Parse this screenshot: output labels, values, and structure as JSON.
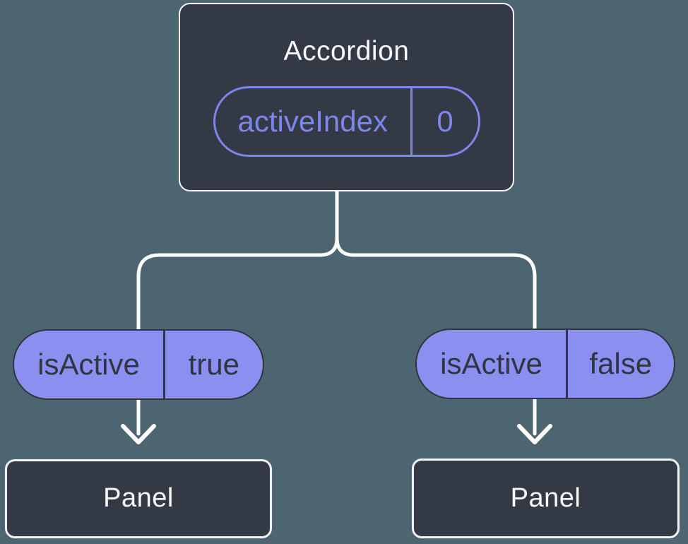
{
  "colors": {
    "background": "#4C6570",
    "node-fill": "#333A46",
    "node-border": "#F2F4F6",
    "node-text": "#F7F8FA",
    "pill-fill": "#8A8FF0",
    "pill-dark": "#2F3642",
    "accent-purple": "#7E85EC",
    "connector": "#FFFFFF"
  },
  "tree": {
    "root": {
      "title": "Accordion",
      "prop": {
        "name": "activeIndex",
        "value": "0"
      }
    },
    "children": [
      {
        "prop": {
          "name": "isActive",
          "value": "true"
        },
        "title": "Panel"
      },
      {
        "prop": {
          "name": "isActive",
          "value": "false"
        },
        "title": "Panel"
      }
    ]
  }
}
